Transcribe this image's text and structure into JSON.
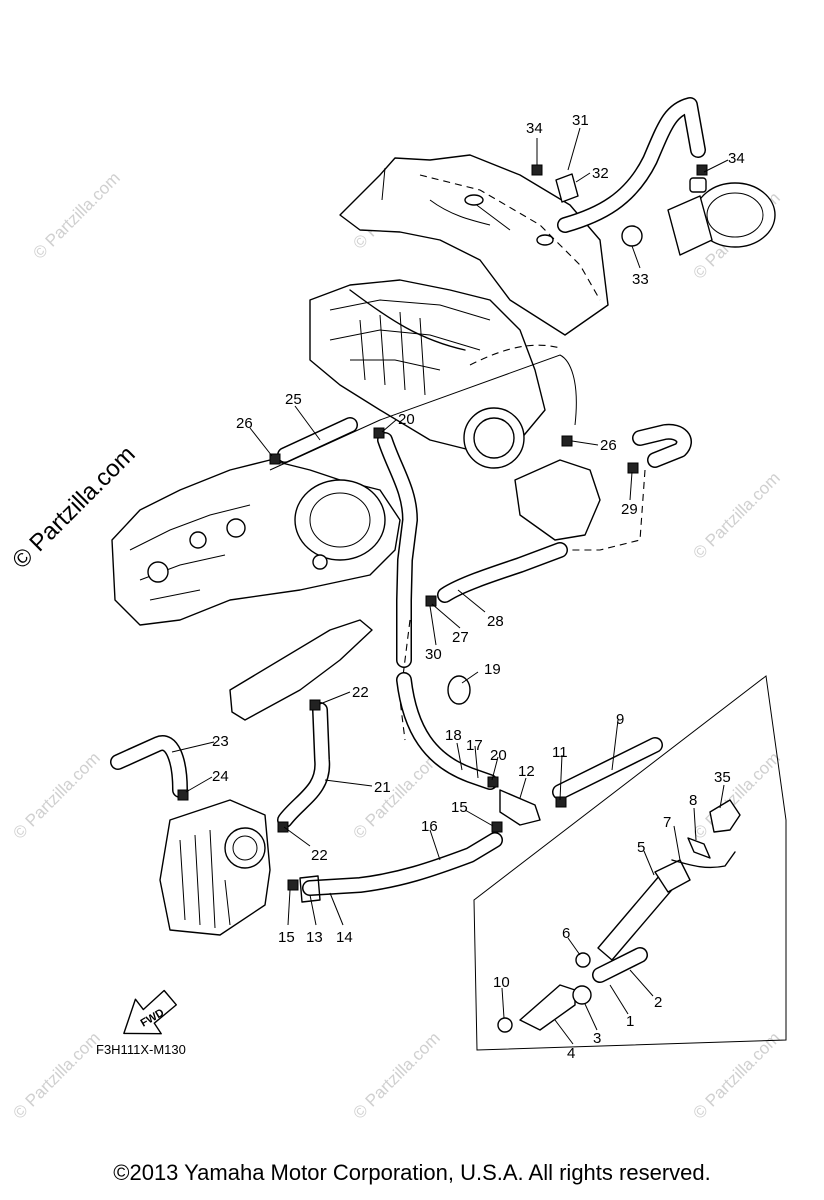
{
  "watermark": "© Partzilla.com",
  "fwd_label": "FWD",
  "diagram_code": "F3H111X-M130",
  "copyright": "©2013  Yamaha Motor Corporation, U.S.A. All rights reserved.",
  "callouts": [
    "1",
    "2",
    "3",
    "4",
    "5",
    "6",
    "7",
    "8",
    "9",
    "10",
    "11",
    "12",
    "13",
    "14",
    "15",
    "16",
    "17",
    "18",
    "19",
    "20",
    "21",
    "22",
    "23",
    "24",
    "25",
    "26",
    "27",
    "28",
    "29",
    "30",
    "31",
    "32",
    "33",
    "34",
    "35"
  ]
}
